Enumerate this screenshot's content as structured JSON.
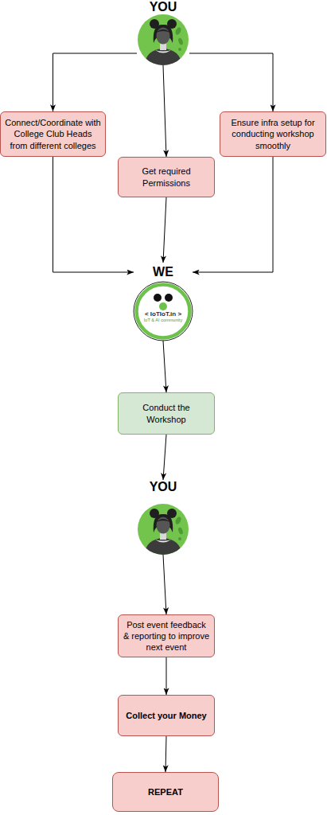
{
  "diagram": {
    "nodes": [
      {
        "text": [
          "YOU"
        ]
      },
      {
        "text": [
          "Connect/Coordinate with College Club Heads from different colleges"
        ]
      },
      {
        "text": [
          "Get required Permissions"
        ]
      },
      {
        "text": [
          "Ensure infra setup for conducting workshop smoothly"
        ]
      },
      {
        "text": [
          "WE",
          "< IoTIoT.in >",
          "IoT & AI community"
        ]
      },
      {
        "text": [
          "Conduct the Workshop"
        ]
      },
      {
        "text": [
          "YOU"
        ]
      },
      {
        "text": [
          "Post event feedback & reporting to improve next event"
        ]
      },
      {
        "text": [
          "Collect your Money"
        ]
      },
      {
        "text": [
          "REPEAT"
        ]
      }
    ],
    "edges": [
      {
        "from": 0,
        "to": 1,
        "arrow": "to"
      },
      {
        "from": 0,
        "to": 2,
        "arrow": "to"
      },
      {
        "from": 0,
        "to": 3,
        "arrow": "to"
      },
      {
        "from": 1,
        "to": 4,
        "arrow": "to"
      },
      {
        "from": 2,
        "to": 4,
        "arrow": "to"
      },
      {
        "from": 3,
        "to": 4,
        "arrow": "to"
      },
      {
        "from": 4,
        "to": 5,
        "arrow": "to"
      },
      {
        "from": 5,
        "to": 6,
        "arrow": "to"
      },
      {
        "from": 6,
        "to": 7,
        "arrow": "to"
      },
      {
        "from": 7,
        "to": 8,
        "arrow": "to"
      },
      {
        "from": 8,
        "to": 9,
        "arrow": "to"
      }
    ]
  }
}
